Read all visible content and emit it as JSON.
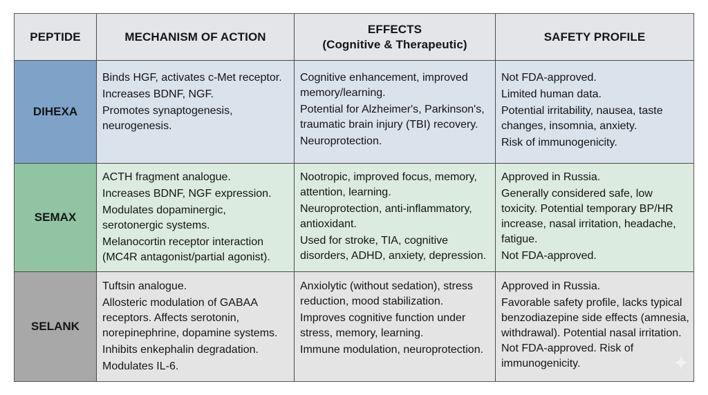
{
  "table": {
    "headers": {
      "peptide": "PEPTIDE",
      "mechanism": "MECHANISM OF ACTION",
      "effects_line1": "EFFECTS",
      "effects_line2": "(Cognitive & Therapeutic)",
      "safety": "SAFETY PROFILE"
    },
    "rows": [
      {
        "peptide": "DIHEXA",
        "color_name": "#7fa3c8",
        "color_body": "#dae2ec",
        "mechanism": [
          "Binds HGF, activates c-Met receptor.",
          "Increases BDNF, NGF.",
          "Promotes synaptogenesis, neurogenesis."
        ],
        "effects": [
          "Cognitive enhancement, improved memory/learning.",
          "Potential for Alzheimer's, Parkinson's, traumatic brain injury (TBI) recovery.",
          "Neuroprotection."
        ],
        "safety": [
          "Not FDA-approved.",
          "Limited human data.",
          "Potential irritability, nausea, taste changes, insomnia, anxiety.",
          "Risk of immunogenicity."
        ]
      },
      {
        "peptide": "SEMAX",
        "color_name": "#90c4a3",
        "color_body": "#dbebdf",
        "mechanism": [
          "ACTH fragment analogue.",
          "Increases BDNF, NGF expression.",
          "Modulates dopaminergic, serotonergic systems.",
          "Melanocortin receptor interaction (MC4R antagonist/partial agonist)."
        ],
        "effects": [
          "Nootropic, improved focus, memory, attention, learning.",
          "Neuroprotection, anti-inflammatory, antioxidant.",
          "Used for stroke, TIA, cognitive disorders, ADHD, anxiety, depression."
        ],
        "safety": [
          "Approved in Russia.",
          "Generally considered safe, low toxicity. Potential temporary BP/HR increase, nasal irritation, headache, fatigue.",
          "Not FDA-approved."
        ]
      },
      {
        "peptide": "SELANK",
        "color_name": "#a8a8a8",
        "color_body": "#e4e4e4",
        "mechanism": [
          "Tuftsin analogue.",
          "Allosteric modulation of GABAA receptors. Affects serotonin, norepinephrine, dopamine systems.",
          "Inhibits enkephalin degradation.",
          "Modulates IL-6."
        ],
        "effects": [
          "Anxiolytic (without sedation), stress reduction, mood stabilization.",
          "Improves cognitive function under stress, memory, learning.",
          "Immune modulation, neuroprotection."
        ],
        "safety": [
          "Approved in Russia.",
          "Favorable safety profile, lacks typical benzodiazepine side effects (amnesia, withdrawal). Potential nasal irritation. Not FDA-approved. Risk of immunogenicity."
        ]
      }
    ]
  },
  "watermark": {
    "icon": "sparkle-icon"
  }
}
